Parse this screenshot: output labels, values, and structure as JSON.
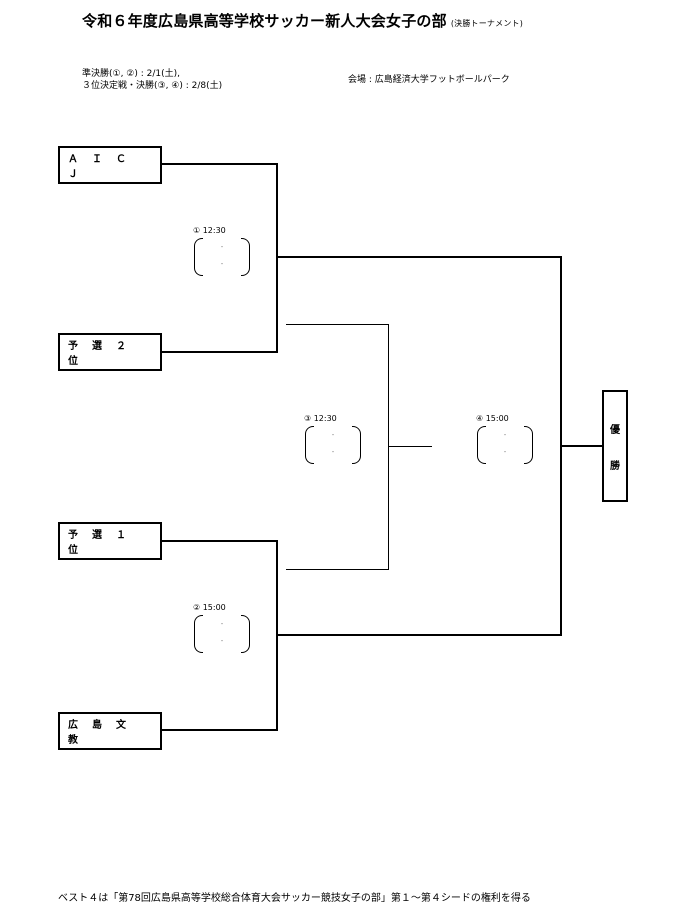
{
  "title": "令和６年度広島県高等学校サッカー新人大会女子の部",
  "subtitle": "(決勝トーナメント)",
  "schedule": {
    "line1": "準決勝(①, ②) : 2/1(土),",
    "line2": "３位決定戦・決勝(③, ④) : 2/8(土)"
  },
  "venue": "会場 : 広島経済大学フットボールパーク",
  "teams": [
    "ＡＩＣＪ",
    "予選２位",
    "予選１位",
    "広島文教"
  ],
  "matches": [
    {
      "label": "① 12:30",
      "dash1": "-",
      "dash2": "-"
    },
    {
      "label": "② 15:00",
      "dash1": "-",
      "dash2": "-"
    },
    {
      "label": "③ 12:30",
      "dash1": "-",
      "dash2": "-"
    },
    {
      "label": "④ 15:00",
      "dash1": "-",
      "dash2": "-"
    }
  ],
  "winner": [
    "優",
    "勝"
  ],
  "footer": "ベスト４は「第78回広島県高等学校総合体育大会サッカー競技女子の部」第１～第４シードの権利を得る"
}
